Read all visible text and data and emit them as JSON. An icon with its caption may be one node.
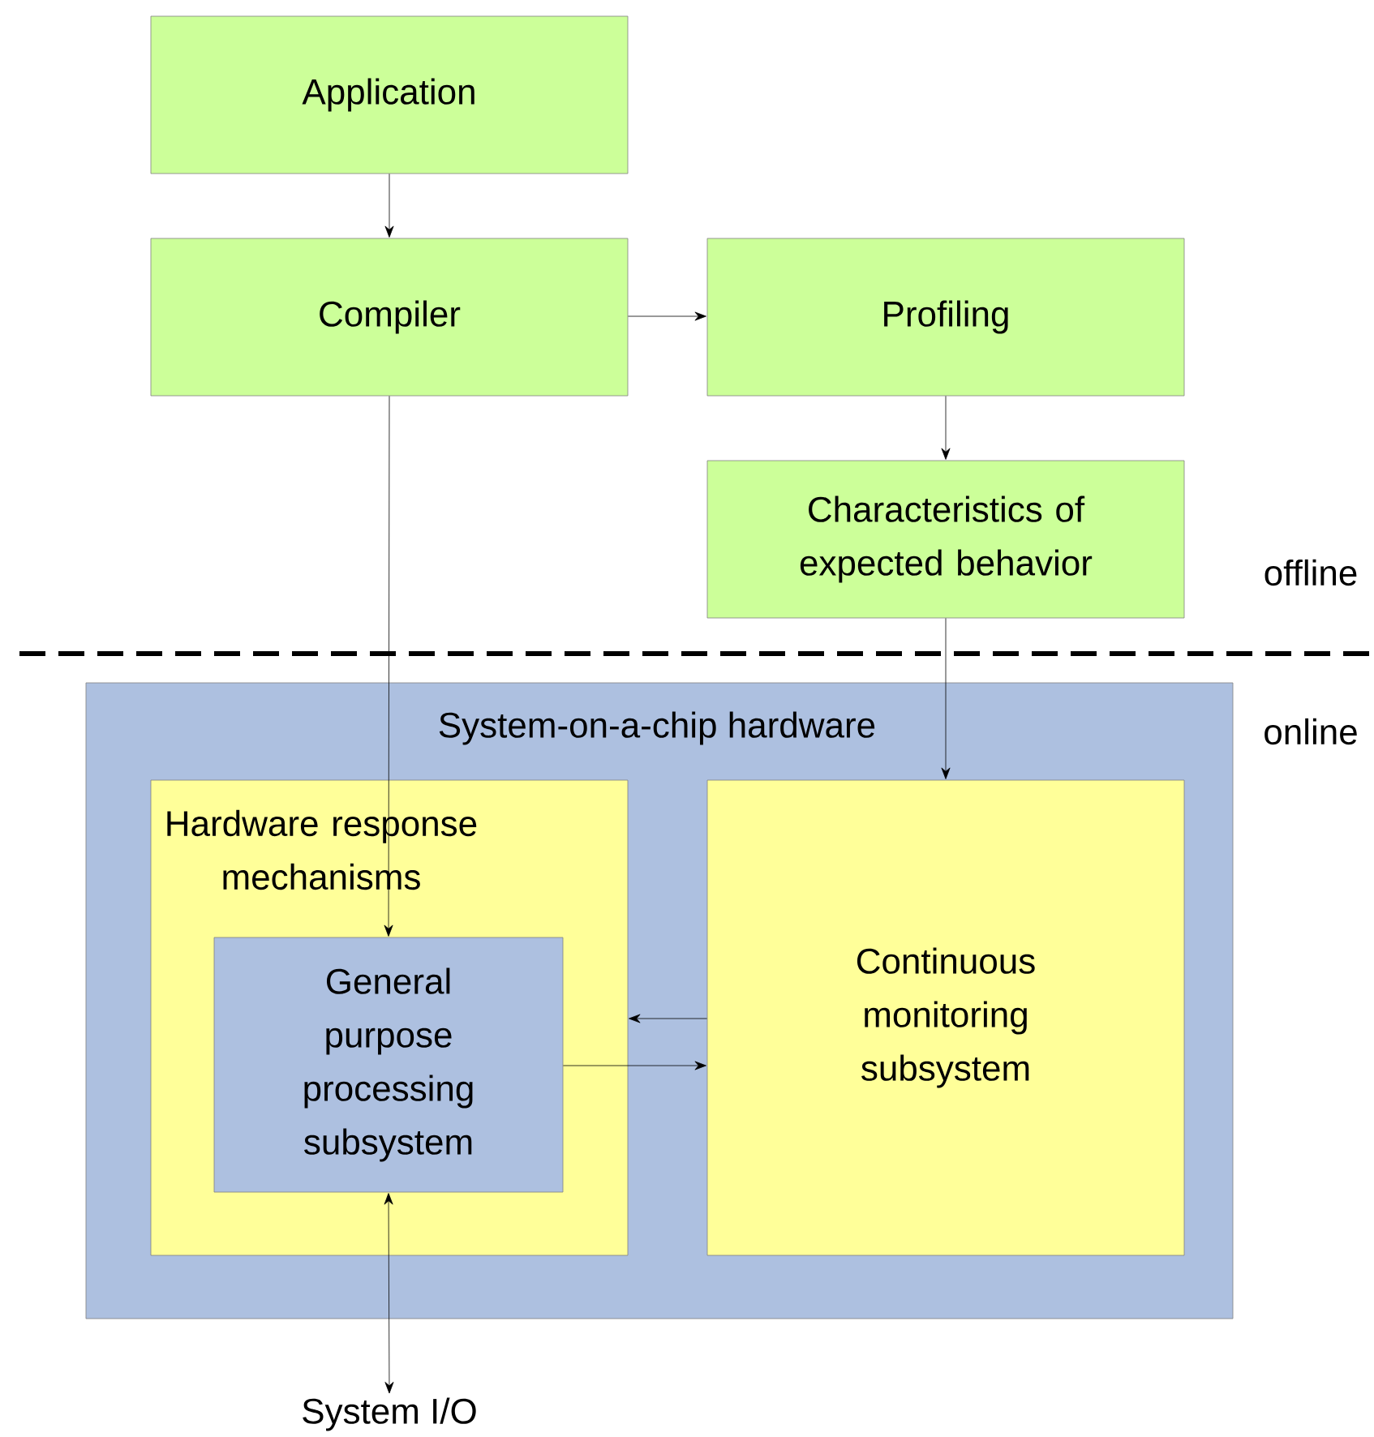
{
  "diagram": {
    "nodes": [
      {
        "text": [
          "Application"
        ]
      },
      {
        "text": [
          "Compiler"
        ]
      },
      {
        "text": [
          "Profiling"
        ]
      },
      {
        "text": [
          "Characteristics of expected behavior"
        ]
      },
      {
        "text": [
          "System-on-a-chip hardware"
        ]
      },
      {
        "text": [
          "Hardware response mechanisms"
        ],
        "in": 4
      },
      {
        "text": [
          "General purpose processing subsystem"
        ],
        "in": 5
      },
      {
        "text": [
          "Continuous monitoring subsystem"
        ],
        "in": 4
      },
      {
        "text": [
          "System I/O"
        ]
      }
    ],
    "edges": [
      {
        "from": 0,
        "to": 1,
        "arrow": "to"
      },
      {
        "from": 1,
        "to": 2,
        "arrow": "to"
      },
      {
        "from": 2,
        "to": 3,
        "arrow": "to"
      },
      {
        "from": 1,
        "to": 6,
        "arrow": "to"
      },
      {
        "from": 3,
        "to": 7,
        "arrow": "to"
      },
      {
        "from": 7,
        "to": 5,
        "arrow": "to"
      },
      {
        "from": 6,
        "to": 7,
        "arrow": "to"
      },
      {
        "from": 6,
        "to": 8,
        "arrow": "both"
      }
    ],
    "labels": [
      "offline",
      "online"
    ]
  }
}
